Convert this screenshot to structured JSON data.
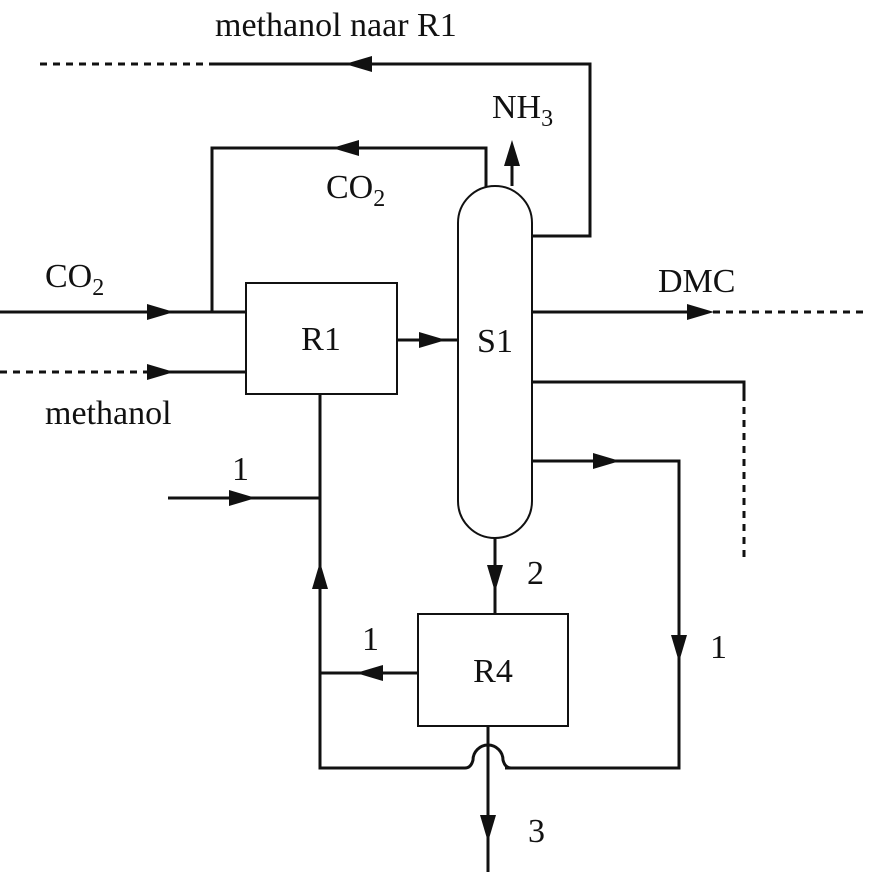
{
  "labels": {
    "top_recycle": "methanol naar R1",
    "nh3_main": "NH",
    "nh3_sub": "3",
    "co2_recycle_main": "CO",
    "co2_recycle_sub": "2",
    "co2_feed_main": "CO",
    "co2_feed_sub": "2",
    "methanol_feed": "methanol",
    "dmc": "DMC",
    "stream_1_left": "1",
    "stream_2": "2",
    "stream_1_r4": "1",
    "stream_1_right": "1",
    "stream_3": "3"
  },
  "units": {
    "r1": "R1",
    "s1": "S1",
    "r4": "R4"
  }
}
